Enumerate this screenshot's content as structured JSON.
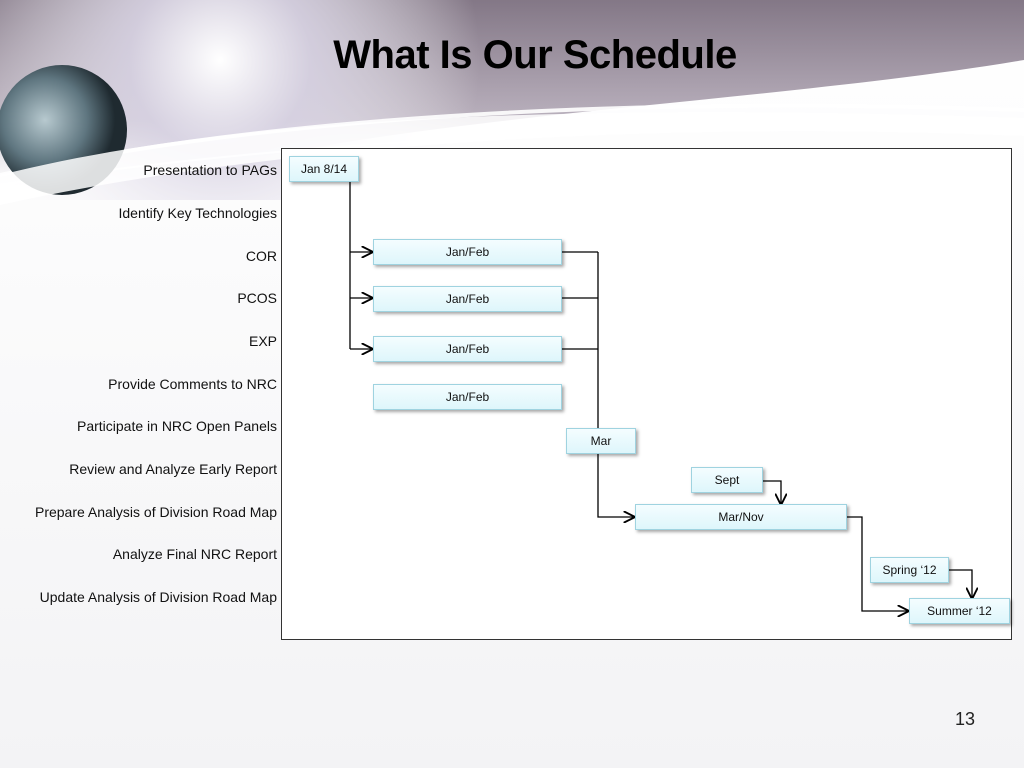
{
  "slide": {
    "title": "What Is Our Schedule",
    "page_number": "13"
  },
  "tasks": [
    "Presentation to PAGs",
    "Identify Key Technologies",
    "COR",
    "PCOS",
    "EXP",
    "Provide Comments to NRC",
    "Participate in NRC Open Panels",
    "Review and Analyze Early Report",
    "Prepare Analysis of Division Road Map",
    "Analyze Final NRC Report",
    "Update Analysis of Division Road Map"
  ],
  "milestones": [
    "Jan 8/14",
    "Jan/Feb",
    "Jan/Feb",
    "Jan/Feb",
    "Jan/Feb",
    "Mar",
    "Sept",
    "Mar/Nov",
    "Spring ‘12",
    "Summer ‘12"
  ],
  "colors": {
    "bar_fill": "#def6fb",
    "bar_border": "#9fd3e0",
    "connector": "#000000"
  }
}
